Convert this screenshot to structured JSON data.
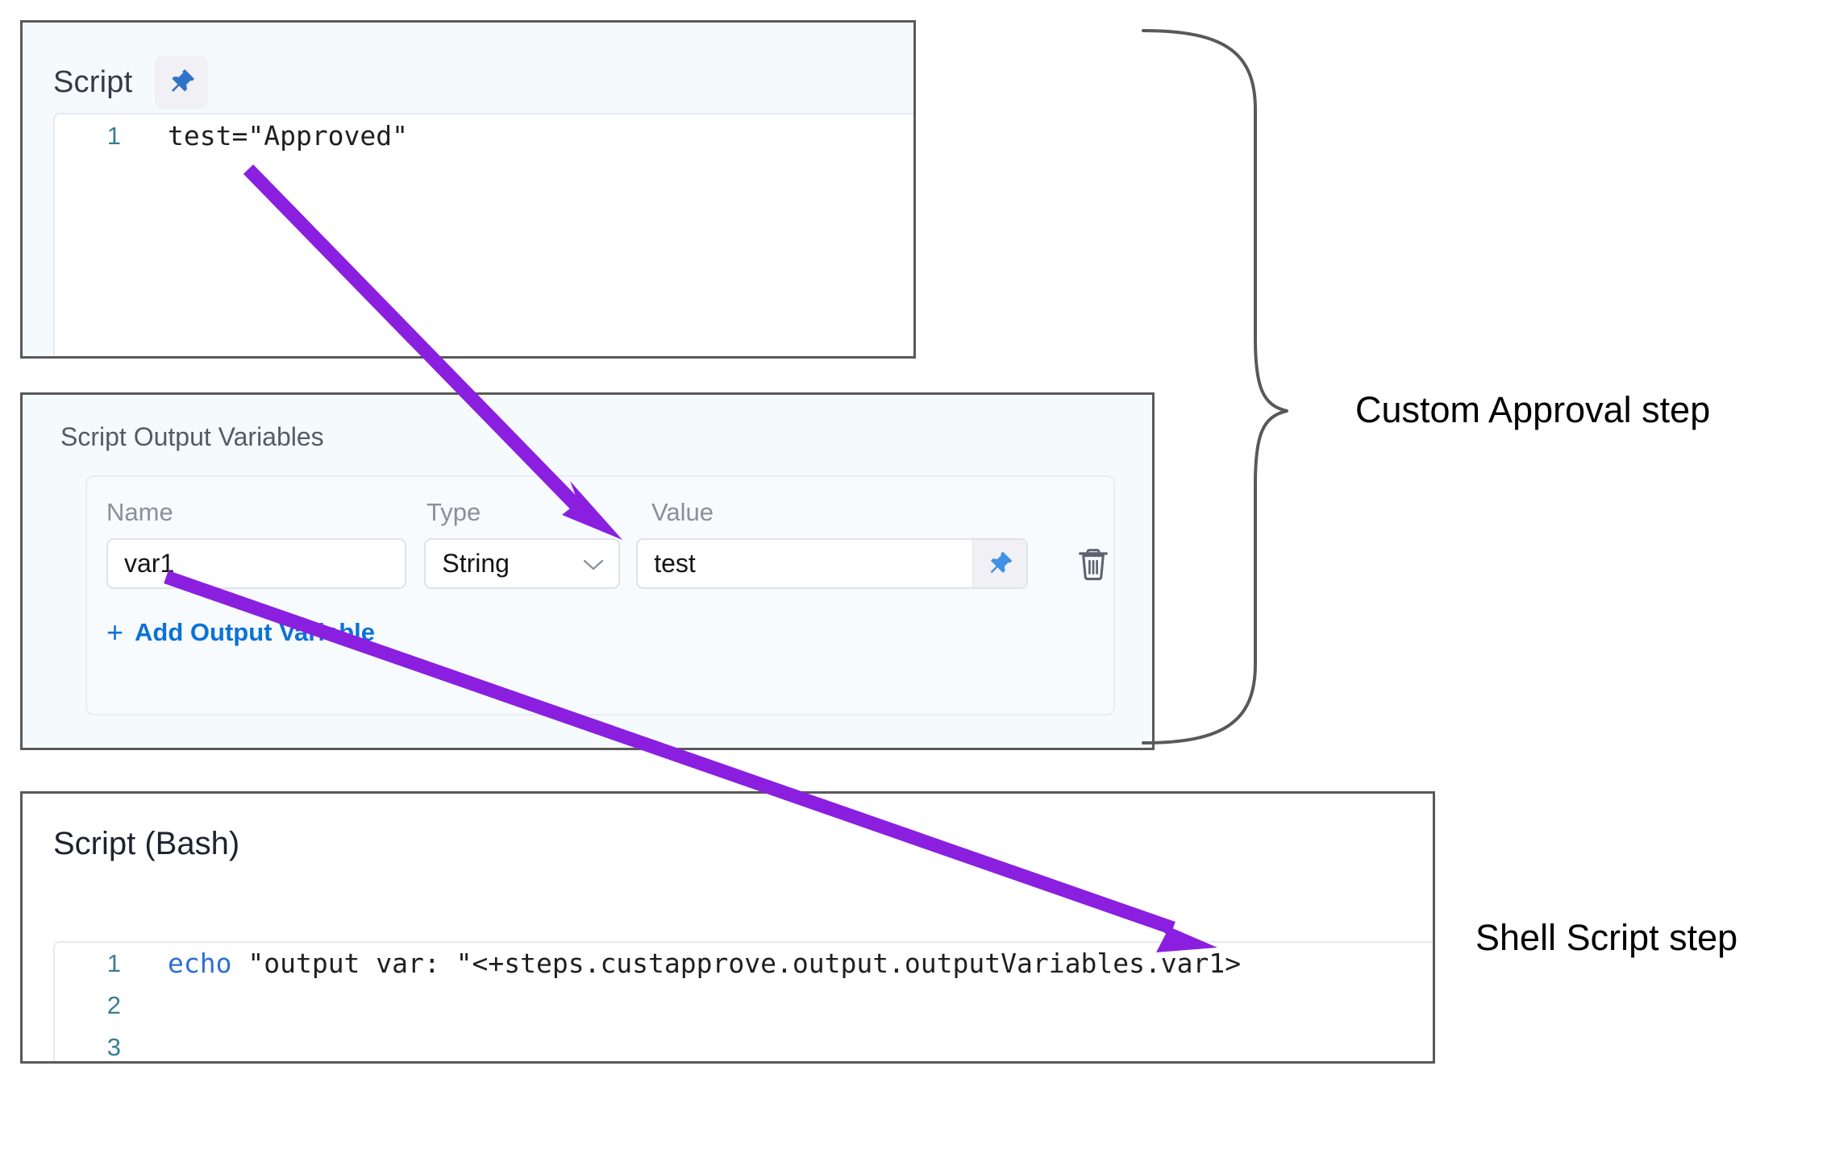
{
  "script_panel": {
    "title": "Script",
    "pin_icon": "pushpin-icon",
    "code": {
      "lines": [
        {
          "number": "1",
          "text": "test=\"Approved\""
        }
      ]
    }
  },
  "output_variables_panel": {
    "title": "Script Output Variables",
    "columns": {
      "name": "Name",
      "type": "Type",
      "value": "Value"
    },
    "rows": [
      {
        "name": "var1",
        "type": "String",
        "value": "test",
        "pin_icon": "pushpin-icon",
        "delete_icon": "trash-icon"
      }
    ],
    "add_variable": {
      "plus": "+",
      "label": "Add Output Variable"
    }
  },
  "bash_panel": {
    "title": "Script (Bash)",
    "code": {
      "lines": [
        {
          "number": "1",
          "keyword": "echo",
          "rest": " \"output var: \"<+steps.custapprove.output.outputVariables.var1>"
        },
        {
          "number": "2",
          "keyword": "",
          "rest": ""
        },
        {
          "number": "3",
          "keyword": "",
          "rest": ""
        }
      ]
    }
  },
  "annotations": {
    "custom_approval_label": "Custom Approval step",
    "shell_script_label": "Shell Script step",
    "arrow_color": "#8B1FE0",
    "brace_color": "#595959"
  }
}
